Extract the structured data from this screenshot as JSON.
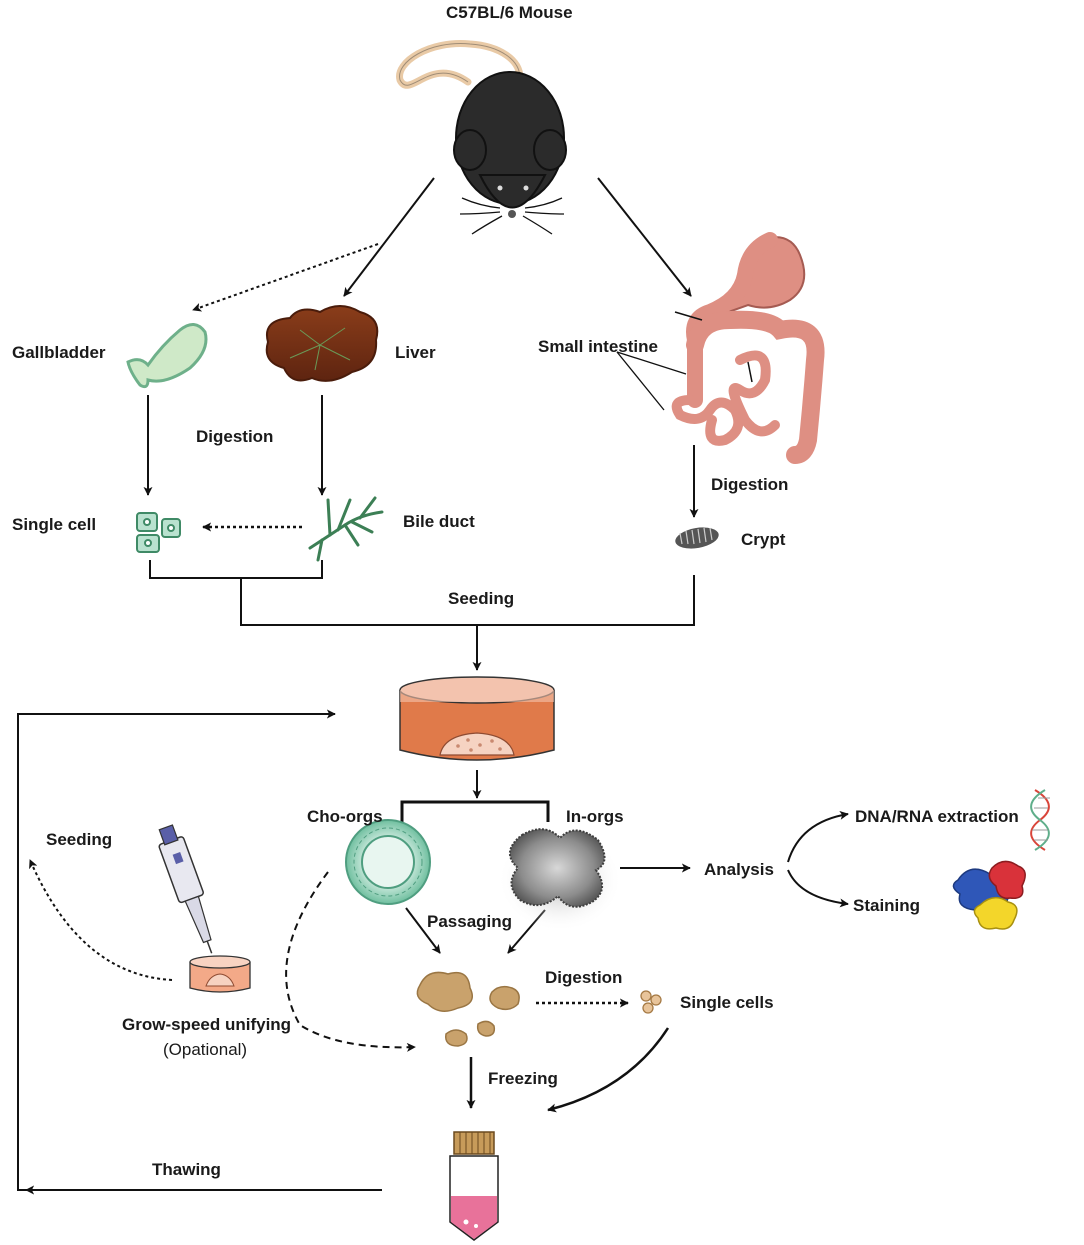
{
  "title": "C57BL/6 Mouse",
  "labels": {
    "gallbladder": "Gallbladder",
    "liver": "Liver",
    "small_intestine": "Small intestine",
    "digestion_liver": "Digestion",
    "digestion_intestine": "Digestion",
    "single_cell": "Single cell",
    "bile_duct": "Bile duct",
    "crypt": "Crypt",
    "seeding_top": "Seeding",
    "cho_orgs": "Cho-orgs",
    "in_orgs": "In-orgs",
    "seeding_left": "Seeding",
    "analysis": "Analysis",
    "dna_rna": "DNA/RNA extraction",
    "staining": "Staining",
    "passaging": "Passaging",
    "digestion_bottom": "Digestion",
    "single_cells": "Single cells",
    "grow_speed": "Grow-speed unifying",
    "optional": "(Opational)",
    "freezing": "Freezing",
    "thawing": "Thawing"
  },
  "colors": {
    "line": "#111111",
    "mouse": "#2b2b2b",
    "tail": "#e9caa6",
    "gallbladder": "#cfe9c8",
    "liver": "#7b3416",
    "intestine": "#de8f83",
    "cell": "#5fae8a",
    "crypt": "#555555",
    "medium": "#e07a4a",
    "cho_org": "#7ec8ae",
    "in_org": "#7a7a7a",
    "fragment": "#c9a26c",
    "vial_fluid": "#e8729a"
  },
  "icons": [
    "mouse-icon",
    "gallbladder-icon",
    "liver-icon",
    "intestine-icon",
    "single-cell-icon",
    "bile-duct-icon",
    "crypt-icon",
    "culture-dish-icon",
    "cho-organoid-icon",
    "in-organoid-icon",
    "pipette-icon",
    "dna-helix-icon",
    "stained-cells-icon",
    "fragments-icon",
    "single-cells-icon",
    "cryovial-icon"
  ]
}
